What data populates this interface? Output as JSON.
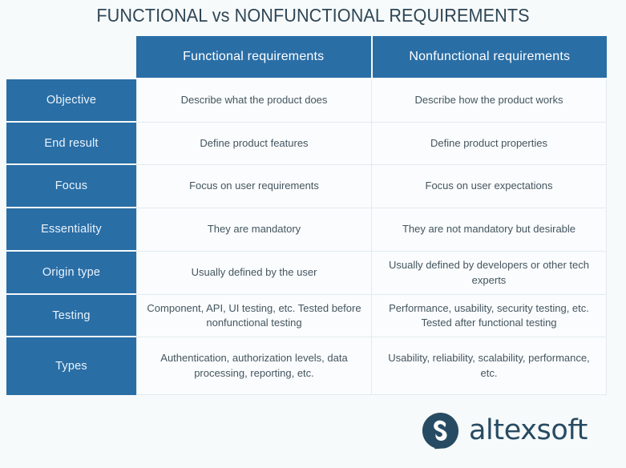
{
  "title": "FUNCTIONAL vs NONFUNCTIONAL REQUIREMENTS",
  "colors": {
    "accent_blue": "#2a6ea6",
    "page_background": "#f7fafa",
    "cell_background": "#fafcfd",
    "title_text": "#2e4656",
    "body_text": "#44555f",
    "logo_navy": "#274b63"
  },
  "table": {
    "headers": {
      "corner": "",
      "functional": "Functional requirements",
      "nonfunctional": "Nonfunctional requirements"
    },
    "rows": [
      {
        "label": "Objective",
        "functional": "Describe what the product does",
        "nonfunctional": "Describe how the product works"
      },
      {
        "label": "End result",
        "functional": "Define product features",
        "nonfunctional": "Define product properties"
      },
      {
        "label": "Focus",
        "functional": "Focus on user requirements",
        "nonfunctional": "Focus on user expectations"
      },
      {
        "label": "Essentiality",
        "functional": "They are mandatory",
        "nonfunctional": "They are not mandatory but desirable"
      },
      {
        "label": "Origin type",
        "functional": "Usually defined by the user",
        "nonfunctional": "Usually defined by developers or other tech experts"
      },
      {
        "label": "Testing",
        "functional": "Component, API, UI testing, etc. Tested before nonfunctional testing",
        "nonfunctional": "Performance, usability, security testing, etc. Tested after functional testing"
      },
      {
        "label": "Types",
        "functional": "Authentication, authorization levels, data processing, reporting, etc.",
        "nonfunctional": "Usability, reliability, scalability, performance, etc."
      }
    ]
  },
  "logo": {
    "icon": "altexsoft-speech-bubble-icon",
    "wordmark": "altexsoft"
  }
}
